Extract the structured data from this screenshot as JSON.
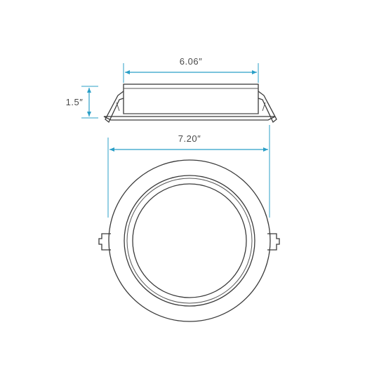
{
  "dimensions": {
    "top_width": "6.06″",
    "height": "1.5″",
    "outer_diameter": "7.20″"
  },
  "colors": {
    "dimension": "#2b9fc7",
    "outline": "#3a3a3a",
    "text": "#4a4a4a",
    "background": "#ffffff"
  }
}
